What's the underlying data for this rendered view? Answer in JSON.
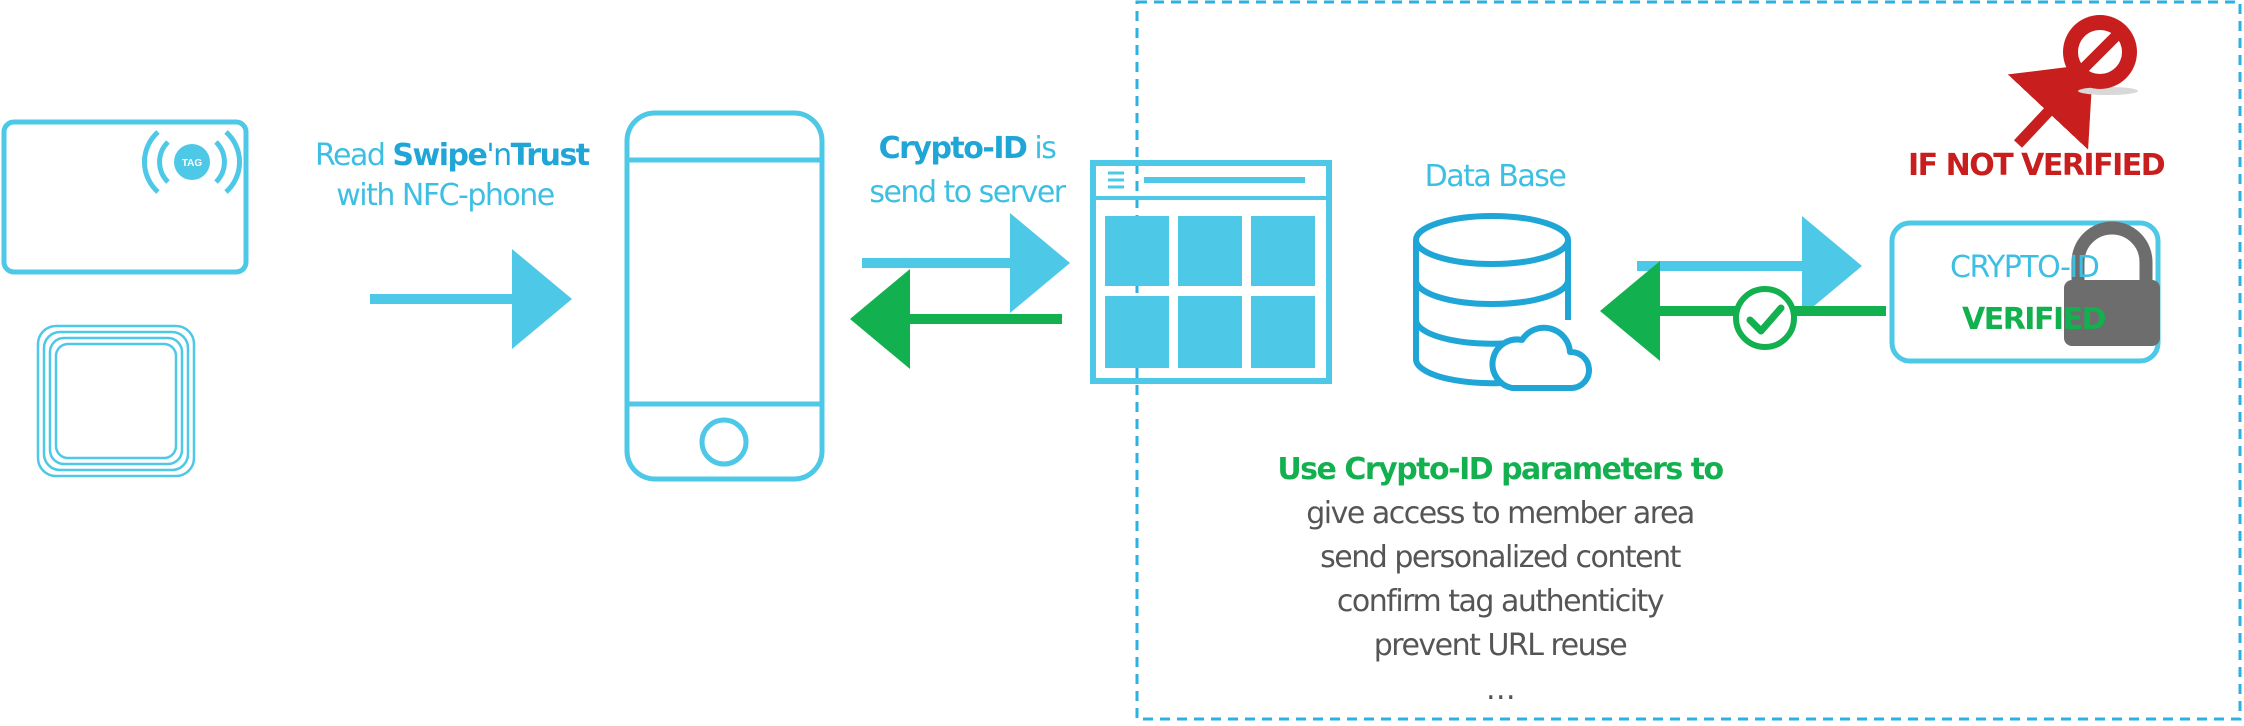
{
  "step_read": {
    "line1_prefix": "Read ",
    "brand_swipe": "Swipe",
    "brand_n": "'n",
    "brand_trust": "Trust",
    "line2": "with NFC-phone"
  },
  "tag_badge": "TAG",
  "step_send": {
    "crypto_id": "Crypto-ID",
    "is": " is",
    "line2": "send to server"
  },
  "database": {
    "label": "Data Base"
  },
  "verified_box": {
    "line1": "CRYPTO-ID",
    "line2": "VERIFIED"
  },
  "not_verified": "IF NOT VERIFIED",
  "uses": {
    "heading": "Use Crypto-ID parameters to",
    "items": [
      "give access to member area",
      "send personalized content",
      "confirm tag authenticity",
      "prevent URL reuse",
      "…"
    ]
  },
  "colors": {
    "cyan": "#4dc8e6",
    "green": "#12b04f",
    "red": "#c81e1e",
    "gray_lock": "#6d6d6d"
  }
}
